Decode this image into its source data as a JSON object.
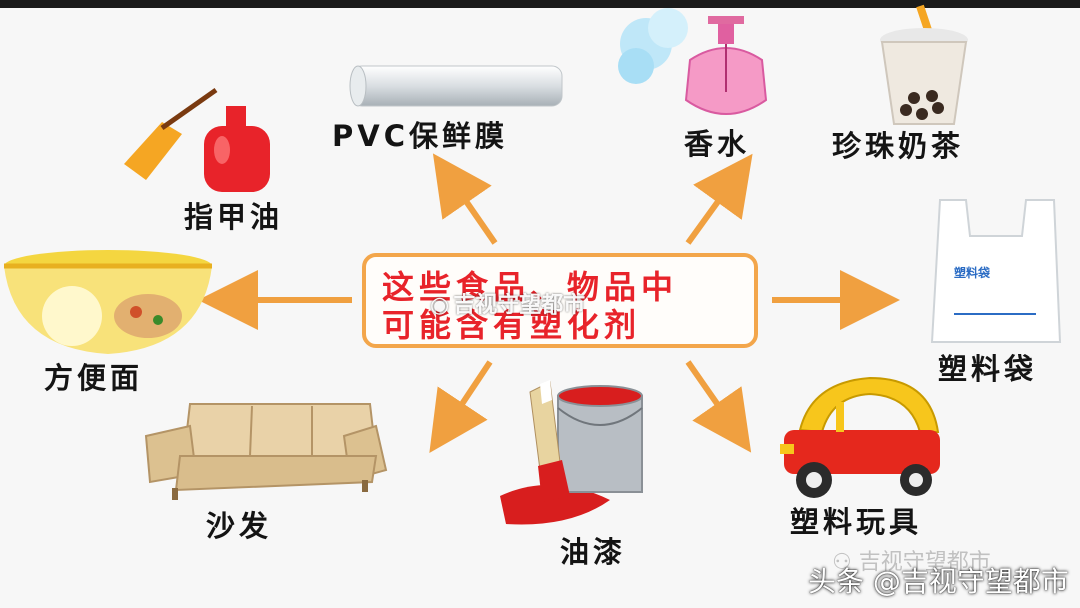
{
  "center": {
    "line1": "这些食品、物品中",
    "line2": "可能含有塑化剂"
  },
  "items": [
    {
      "id": "nail_polish",
      "label": "指甲油",
      "icon": "nail-polish-icon"
    },
    {
      "id": "pvc_wrap",
      "label": "PVC保鲜膜",
      "icon": "plastic-wrap-icon"
    },
    {
      "id": "perfume",
      "label": "香水",
      "icon": "perfume-bottle-icon"
    },
    {
      "id": "bubble_tea",
      "label": "珍珠奶茶",
      "icon": "bubble-tea-icon"
    },
    {
      "id": "plastic_bag",
      "label": "塑料袋",
      "icon": "plastic-bag-icon",
      "bag_text": "塑料袋"
    },
    {
      "id": "plastic_toy",
      "label": "塑料玩具",
      "icon": "toy-car-icon"
    },
    {
      "id": "paint",
      "label": "油漆",
      "icon": "paint-bucket-icon"
    },
    {
      "id": "sofa",
      "label": "沙发",
      "icon": "sofa-icon"
    },
    {
      "id": "instant_noodles",
      "label": "方便面",
      "icon": "instant-noodle-bowl-icon"
    }
  ],
  "watermark": {
    "center_text": "吉视守望都市",
    "bottom_light": "吉视守望都市",
    "bottom_main": "头条 @吉视守望都市"
  },
  "colors": {
    "arrow": "#f0a040",
    "center_border": "#f3a64b",
    "center_text": "#e8232a"
  }
}
